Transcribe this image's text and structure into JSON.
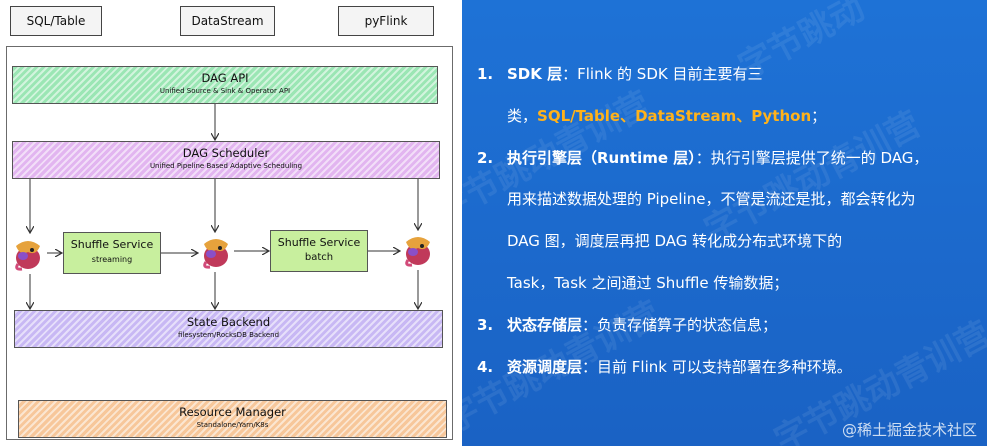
{
  "diagram": {
    "top_boxes": [
      "SQL/Table",
      "DataStream",
      "pyFlink"
    ],
    "dag_api": {
      "title": "DAG  API",
      "subtitle": "Unified Source & Sink & Operator API"
    },
    "dag_scheduler": {
      "title": "DAG Scheduler",
      "subtitle": "Unified Pipeline Based Adaptive Scheduling"
    },
    "shuffle_streaming": {
      "title": "Shuffle Service",
      "subtitle": "streaming"
    },
    "shuffle_batch": {
      "title": "Shuffle Service",
      "subtitle": "batch"
    },
    "state_backend": {
      "title": "State Backend",
      "subtitle": "filesystem/RocksDB Backend"
    },
    "resource_manager": {
      "title": "Resource Manager",
      "subtitle": "Standalone/Yarn/K8s"
    },
    "icon": "flink-squirrel-icon",
    "colors": {
      "api": "#9be6b4",
      "scheduler": "#e2b5f0",
      "state": "#c8b8f4",
      "resource": "#f7c79a",
      "service": "#c8ef9e"
    }
  },
  "text_panel": {
    "background": "#1e72d6",
    "highlight_color": "#ffb21a",
    "items": [
      {
        "num": "1.",
        "title": "SDK 层",
        "line1": "：Flink 的 SDK 目前主要有三",
        "line2_prefix": "类，",
        "line2_highlight": "SQL/Table、DataStream、Python",
        "line2_suffix": "；"
      },
      {
        "num": "2.",
        "title": "执行引擎层（Runtime 层）",
        "line1": "：执行引擎层提供了统一的 DAG，",
        "line2": "用来描述数据处理的 Pipeline，不管是流还是批，都会转化为",
        "line3": "DAG 图，调度层再把 DAG 转化成分布式环境下的",
        "line4": "Task，Task 之间通过 Shuffle 传输数据；"
      },
      {
        "num": "3.",
        "title": "状态存储层",
        "line1": "：负责存储算子的状态信息；"
      },
      {
        "num": "4.",
        "title": "资源调度层",
        "line1": "：目前 Flink 可以支持部署在多种环境。"
      }
    ],
    "watermark": "@稀土掘金技术社区"
  }
}
